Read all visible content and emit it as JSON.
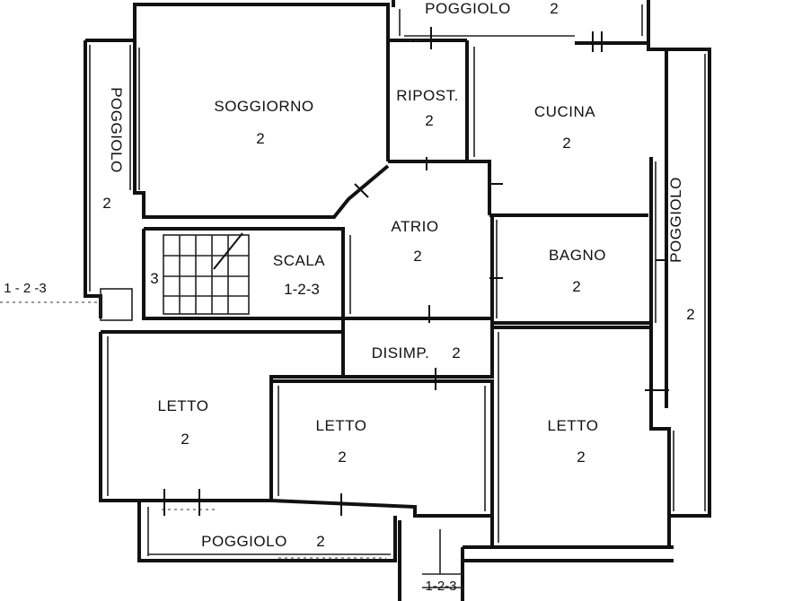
{
  "rooms": {
    "soggiorno": {
      "name": "SOGGIORNO",
      "level": "2"
    },
    "ripostiglio": {
      "name": "RIPOST.",
      "level": "2"
    },
    "cucina": {
      "name": "CUCINA",
      "level": "2"
    },
    "atrio": {
      "name": "ATRIO",
      "level": "2"
    },
    "bagno": {
      "name": "BAGNO",
      "level": "2"
    },
    "scala": {
      "name": "SCALA",
      "level": "1-2-3",
      "side_number": "3"
    },
    "disimpegno": {
      "name": "DISIMP.",
      "level": "2"
    },
    "letto_left": {
      "name": "LETTO",
      "level": "2"
    },
    "letto_mid": {
      "name": "LETTO",
      "level": "2"
    },
    "letto_right": {
      "name": "LETTO",
      "level": "2"
    }
  },
  "balconies": {
    "top": {
      "name": "POGGIOLO",
      "level": "2"
    },
    "left": {
      "name": "POGGIOLO",
      "level": "2"
    },
    "right": {
      "name": "POGGIOLO",
      "level": "2"
    },
    "bottom": {
      "name": "POGGIOLO",
      "level": "2"
    }
  },
  "annotations": {
    "shaft_left": "1 - 2 -3",
    "bottom_stair": "1-2-3"
  }
}
